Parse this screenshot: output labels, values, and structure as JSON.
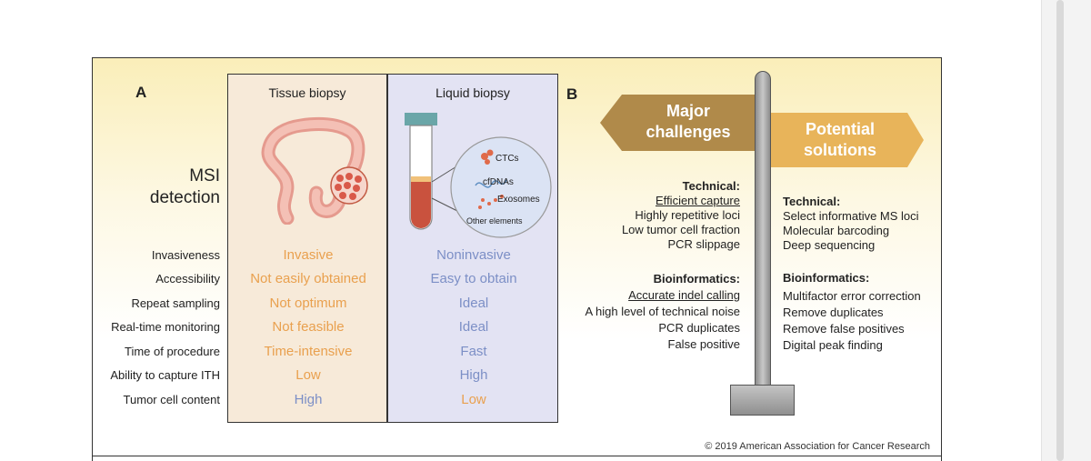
{
  "panelA": {
    "label": "A",
    "tissue_title": "Tissue biopsy",
    "liquid_title": "Liquid biopsy",
    "msi_line1": "MSI",
    "msi_line2": "detection",
    "blood_elements": {
      "ctcs": "CTCs",
      "cfdnas": "cfDNAs",
      "exosomes": "Exosomes",
      "other": "Other elements"
    },
    "rows": [
      {
        "label": "Invasiveness",
        "tissue": "Invasive",
        "liquid": "Noninvasive"
      },
      {
        "label": "Accessibility",
        "tissue": "Not easily obtained",
        "liquid": "Easy to obtain"
      },
      {
        "label": "Repeat sampling",
        "tissue": "Not optimum",
        "liquid": "Ideal"
      },
      {
        "label": "Real-time monitoring",
        "tissue": "Not feasible",
        "liquid": "Ideal"
      },
      {
        "label": "Time of procedure",
        "tissue": "Time-intensive",
        "liquid": "Fast"
      },
      {
        "label": "Ability to capture ITH",
        "tissue": "Low",
        "liquid": "High"
      },
      {
        "label": "Tumor cell content",
        "tissue": "High",
        "liquid": "Low"
      }
    ]
  },
  "panelB": {
    "label": "B",
    "challenges_line1": "Major",
    "challenges_line2": "challenges",
    "solutions_line1": "Potential",
    "solutions_line2": "solutions",
    "challenges": {
      "technical_header": "Technical:",
      "technical": [
        "Efficient capture",
        "Highly repetitive loci",
        "Low tumor cell fraction",
        "PCR slippage"
      ],
      "bioinformatics_header": "Bioinformatics:",
      "bioinformatics": [
        "Accurate indel calling",
        "A high level of technical noise",
        "PCR duplicates",
        "False positive"
      ]
    },
    "solutions": {
      "technical_header": "Technical:",
      "technical": [
        "Select informative MS loci",
        "Molecular barcoding",
        "Deep sequencing"
      ],
      "bioinformatics_header": "Bioinformatics:",
      "bioinformatics": [
        "Multifactor error correction",
        "Remove duplicates",
        "Remove false positives",
        "Digital peak finding"
      ]
    }
  },
  "copyright": "© 2019 American Association for Cancer Research",
  "colors": {
    "tissue_value": "#e9a04e",
    "liquid_value": "#7c8fc6",
    "challenges_sign": "#b08a4a",
    "solutions_sign": "#e8b45a"
  }
}
